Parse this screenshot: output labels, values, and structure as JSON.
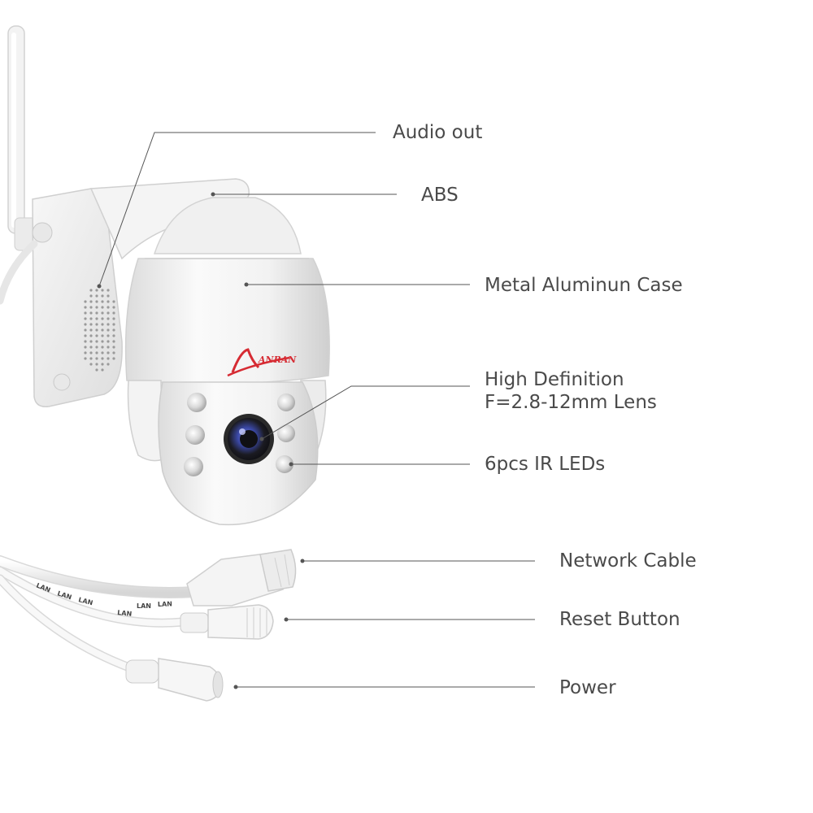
{
  "product": {
    "brand_logo_text": "ANRAN",
    "cable_print": "LAN",
    "colors": {
      "label_text": "#4a4a4a",
      "leader_line": "#555555",
      "body_white": "#f4f4f4",
      "shadow_grey": "#d8d8d8",
      "brand_red": "#d62b33",
      "lens_dark": "#1b1b22",
      "lens_blue": "#3b49a8"
    }
  },
  "callouts": {
    "audio_out": "Audio out",
    "abs": "ABS",
    "metal_case": "Metal Aluminun Case",
    "lens_line1": "High Definition",
    "lens_line2": "F=2.8-12mm Lens",
    "ir_leds": "6pcs IR LEDs",
    "network_cable": "Network Cable",
    "reset_button": "Reset Button",
    "power": "Power"
  }
}
